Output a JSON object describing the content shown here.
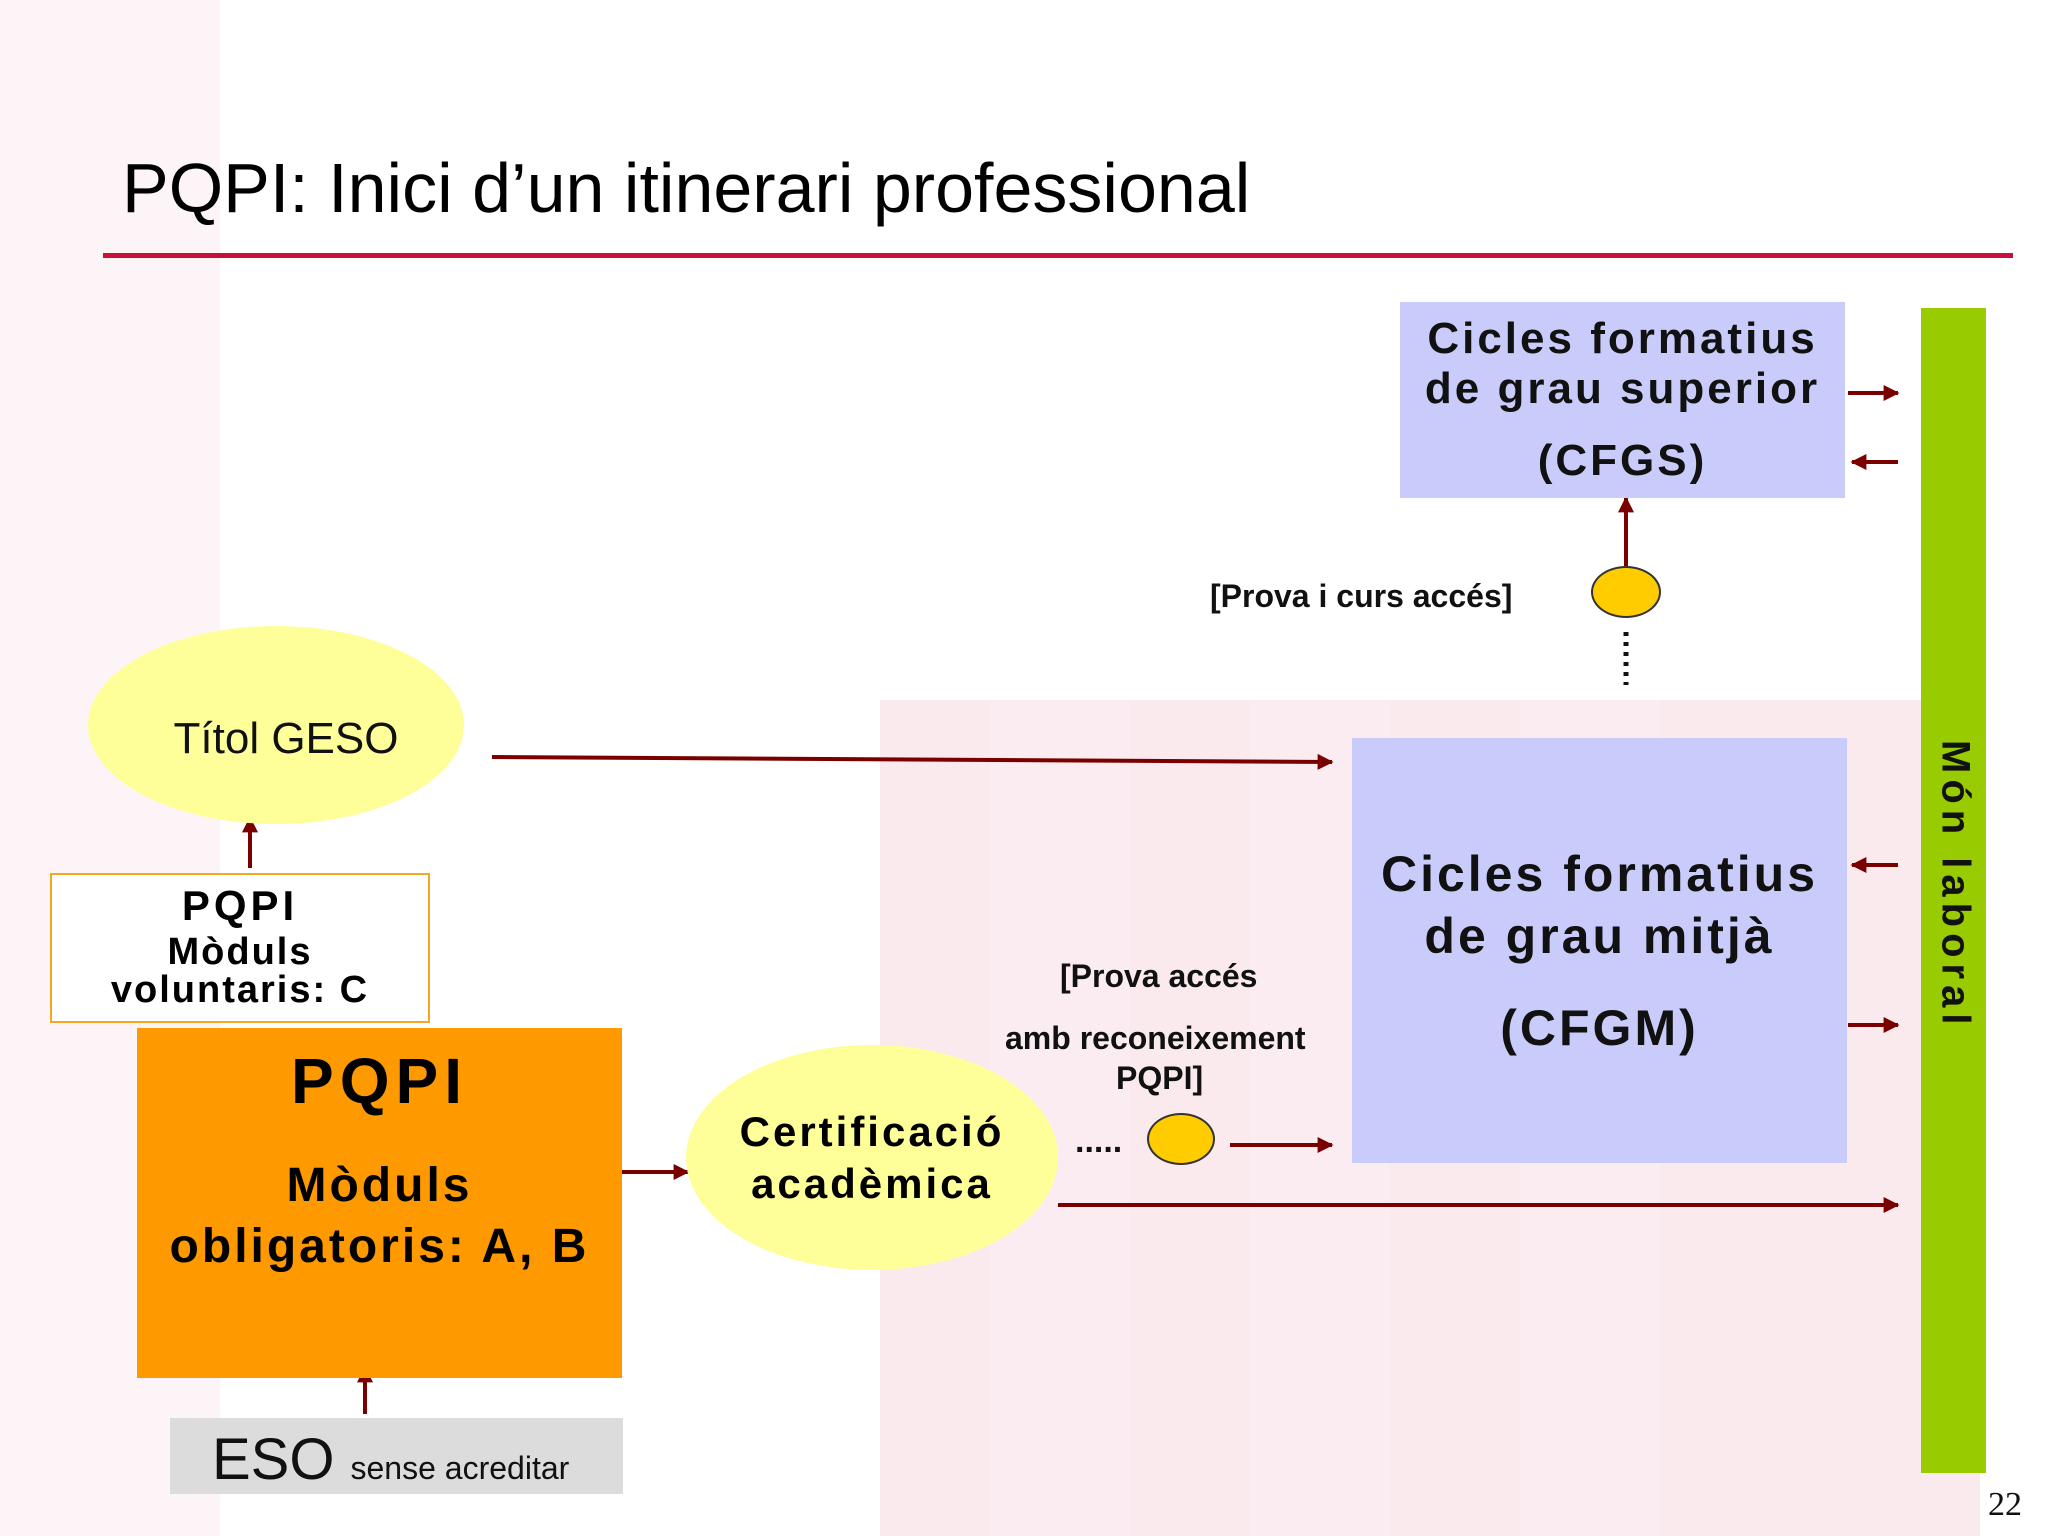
{
  "title": "PQPI: Inici d’un itinerari professional",
  "page_number": "22",
  "cfgs": {
    "line1": "Cicles formatius",
    "line2": "de grau superior",
    "line3": "(CFGS)"
  },
  "cfgm": {
    "line1": "Cicles formatius",
    "line2": "de grau mitjà",
    "line3": "(CFGM)"
  },
  "mon_laboral": "Món laboral",
  "prova_curs": "[Prova i curs accés]",
  "titol_geso": "Títol GESO",
  "pqpi_c": {
    "title": "PQPI",
    "line1": "Mòduls",
    "line2": "voluntaris: C"
  },
  "pqpi_ab": {
    "title": "PQPI",
    "line1": "Mòduls",
    "line2": "obligatoris: A, B"
  },
  "certificacio": {
    "line1": "Certificació",
    "line2": "acadèmica"
  },
  "prova_reconeixement": {
    "line1": "[Prova accés",
    "line2": "amb reconeixement",
    "line3": "PQPI]"
  },
  "dots_short": ".....",
  "eso": {
    "big": "ESO",
    "small": "sense acreditar"
  },
  "colors": {
    "title_rule": "#c8103a",
    "arrow": "#7a0000",
    "cycles_box": "#c9ccfa",
    "mon_laboral_bar": "#99cc00",
    "pqpi_orange": "#ff9900",
    "ellipse_yellow": "#ffff99",
    "dot_yellow": "#ffcc00",
    "eso_gray": "#dcdcdc"
  }
}
